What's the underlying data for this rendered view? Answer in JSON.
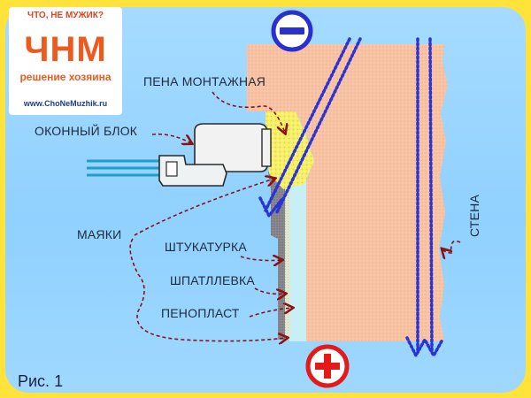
{
  "logo": {
    "tagline": "ЧТО, НЕ МУЖИК?",
    "mark": "ЧНМ",
    "subtitle": "решение хозяина",
    "url": "www.ChoNeMuzhik.ru"
  },
  "labels": {
    "foam": "ПЕНА МОНТАЖНАЯ",
    "window_block": "ОКОННЫЙ БЛОК",
    "beacons": "МАЯКИ",
    "plaster": "ШТУКАТУРКА",
    "putty": "ШПАТЛЛЕВКА",
    "foam_plastic": "ПЕНОПЛАСТ",
    "wall": "СТЕНА"
  },
  "figure_caption": "Рис. 1",
  "symbols": {
    "minus": "minus-sign",
    "plus": "plus-sign"
  },
  "colors": {
    "background": "#a6dbff",
    "frame": "#ffe23a",
    "wall": "#f7c3a3",
    "foam": "#f3ee62",
    "plaster": "#7c7c80",
    "putty": "#e6edd8",
    "foam_plastic": "#c8eef6",
    "arrow": "#2233cc",
    "leader": "#8a1212",
    "sign_minus": "#2a2fd0",
    "sign_plus": "#e21a1a",
    "logo_accent": "#f0591d"
  }
}
